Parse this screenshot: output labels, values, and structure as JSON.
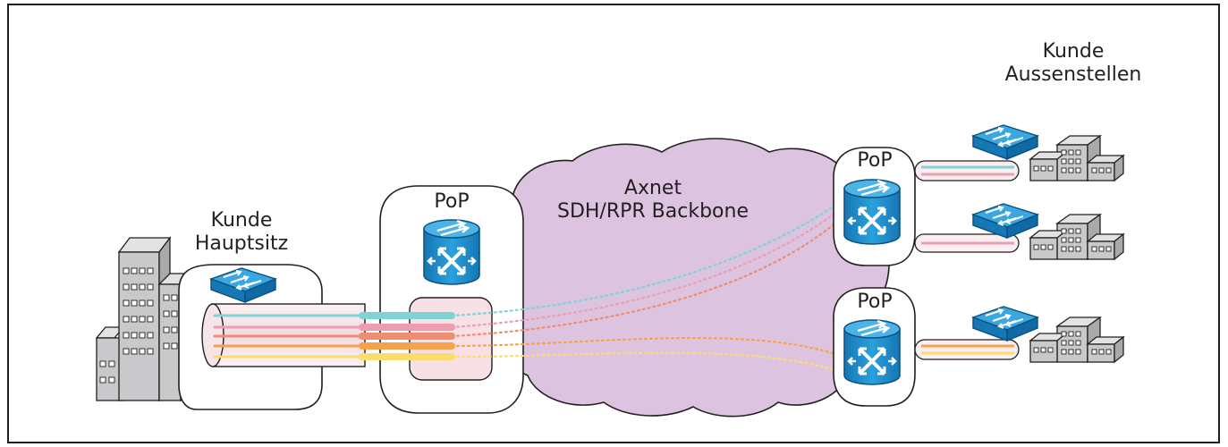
{
  "hq": {
    "line1": "Kunde",
    "line2": "Hauptsitz"
  },
  "cloud": {
    "line1": "Axnet",
    "line2": "SDH/RPR Backbone"
  },
  "branches": {
    "line1": "Kunde",
    "line2": "Aussenstellen"
  },
  "pop_label": "PoP",
  "colors": {
    "cloud": "#dcc4e0",
    "router": "#1c8dcb",
    "router_dark": "#0f6aa5",
    "switch": "#1c8dcb",
    "building": "#c9c9cb",
    "teal": "#7fd3d3",
    "pink": "#ec9db0",
    "coral": "#f08c72",
    "orange": "#f5a24b",
    "yellow": "#fddc6f",
    "tube": "#f7e7ea"
  },
  "links": {
    "hq_channels": [
      "teal",
      "pink",
      "coral",
      "orange",
      "yellow"
    ],
    "branch1_channels": [
      "teal",
      "pink"
    ],
    "branch2_channels": [
      "pink"
    ],
    "branch3_channels": [
      "orange",
      "yellow"
    ]
  }
}
